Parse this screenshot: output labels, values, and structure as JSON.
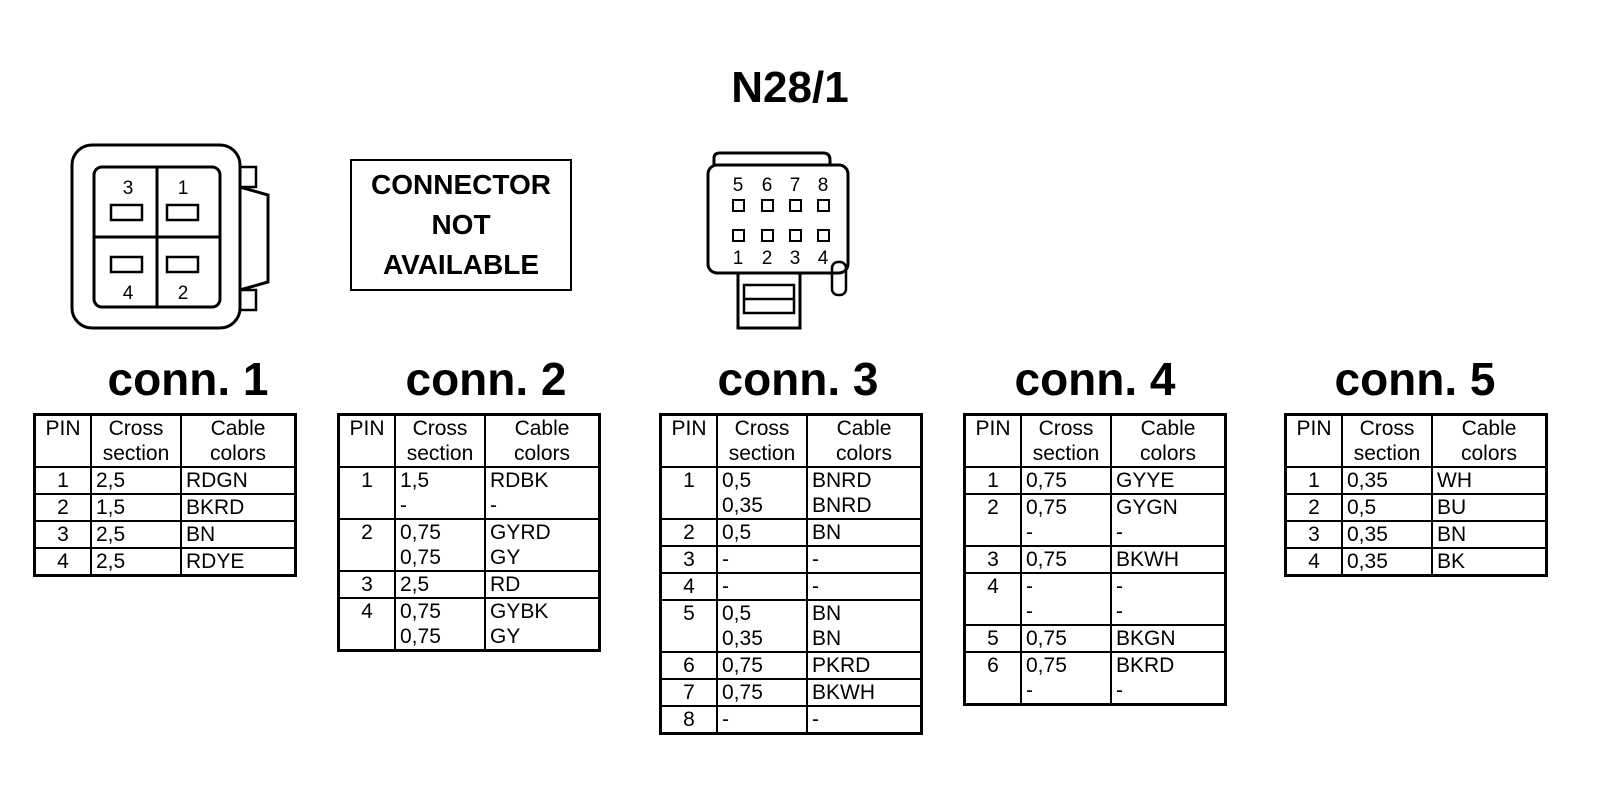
{
  "title": "N28/1",
  "not_available": [
    "CONNECTOR",
    "NOT",
    "AVAILABLE"
  ],
  "connector1_pins": [
    "3",
    "1",
    "4",
    "2"
  ],
  "connector3_pins_top": [
    "5",
    "6",
    "7",
    "8"
  ],
  "connector3_pins_bottom": [
    "1",
    "2",
    "3",
    "4"
  ],
  "headers": {
    "pin": "PIN",
    "cross": [
      "Cross",
      "section"
    ],
    "cable": [
      "Cable",
      "colors"
    ]
  },
  "connectors": [
    {
      "title": "conn. 1",
      "rows": [
        {
          "pin": "1",
          "cs": [
            "2,5"
          ],
          "col": [
            "RDGN"
          ]
        },
        {
          "pin": "2",
          "cs": [
            "1,5"
          ],
          "col": [
            "BKRD"
          ]
        },
        {
          "pin": "3",
          "cs": [
            "2,5"
          ],
          "col": [
            "BN"
          ]
        },
        {
          "pin": "4",
          "cs": [
            "2,5"
          ],
          "col": [
            "RDYE"
          ]
        }
      ]
    },
    {
      "title": "conn. 2",
      "rows": [
        {
          "pin": "1",
          "cs": [
            "1,5",
            "-"
          ],
          "col": [
            "RDBK",
            "-"
          ]
        },
        {
          "pin": "2",
          "cs": [
            "0,75",
            "0,75"
          ],
          "col": [
            "GYRD",
            "GY"
          ]
        },
        {
          "pin": "3",
          "cs": [
            "2,5"
          ],
          "col": [
            "RD"
          ]
        },
        {
          "pin": "4",
          "cs": [
            "0,75",
            "0,75"
          ],
          "col": [
            "GYBK",
            "GY"
          ]
        }
      ]
    },
    {
      "title": "conn. 3",
      "rows": [
        {
          "pin": "1",
          "cs": [
            "0,5",
            "0,35"
          ],
          "col": [
            "BNRD",
            "BNRD"
          ]
        },
        {
          "pin": "2",
          "cs": [
            "0,5"
          ],
          "col": [
            "BN"
          ]
        },
        {
          "pin": "3",
          "cs": [
            "-"
          ],
          "col": [
            "-"
          ]
        },
        {
          "pin": "4",
          "cs": [
            "-"
          ],
          "col": [
            "-"
          ]
        },
        {
          "pin": "5",
          "cs": [
            "0,5",
            "0,35"
          ],
          "col": [
            "BN",
            "BN"
          ]
        },
        {
          "pin": "6",
          "cs": [
            "0,75"
          ],
          "col": [
            "PKRD"
          ]
        },
        {
          "pin": "7",
          "cs": [
            "0,75"
          ],
          "col": [
            "BKWH"
          ]
        },
        {
          "pin": "8",
          "cs": [
            "-"
          ],
          "col": [
            "-"
          ]
        }
      ]
    },
    {
      "title": "conn. 4",
      "rows": [
        {
          "pin": "1",
          "cs": [
            "0,75"
          ],
          "col": [
            "GYYE"
          ]
        },
        {
          "pin": "2",
          "cs": [
            "0,75",
            "-"
          ],
          "col": [
            "GYGN",
            "-"
          ]
        },
        {
          "pin": "3",
          "cs": [
            "0,75"
          ],
          "col": [
            "BKWH"
          ]
        },
        {
          "pin": "4",
          "cs": [
            "-",
            "-"
          ],
          "col": [
            "-",
            "-"
          ]
        },
        {
          "pin": "5",
          "cs": [
            "0,75"
          ],
          "col": [
            "BKGN"
          ]
        },
        {
          "pin": "6",
          "cs": [
            "0,75",
            "-"
          ],
          "col": [
            "BKRD",
            "-"
          ]
        }
      ]
    },
    {
      "title": "conn. 5",
      "rows": [
        {
          "pin": "1",
          "cs": [
            "0,35"
          ],
          "col": [
            "WH"
          ]
        },
        {
          "pin": "2",
          "cs": [
            "0,5"
          ],
          "col": [
            "BU"
          ]
        },
        {
          "pin": "3",
          "cs": [
            "0,35"
          ],
          "col": [
            "BN"
          ]
        },
        {
          "pin": "4",
          "cs": [
            "0,35"
          ],
          "col": [
            "BK"
          ]
        }
      ]
    }
  ]
}
